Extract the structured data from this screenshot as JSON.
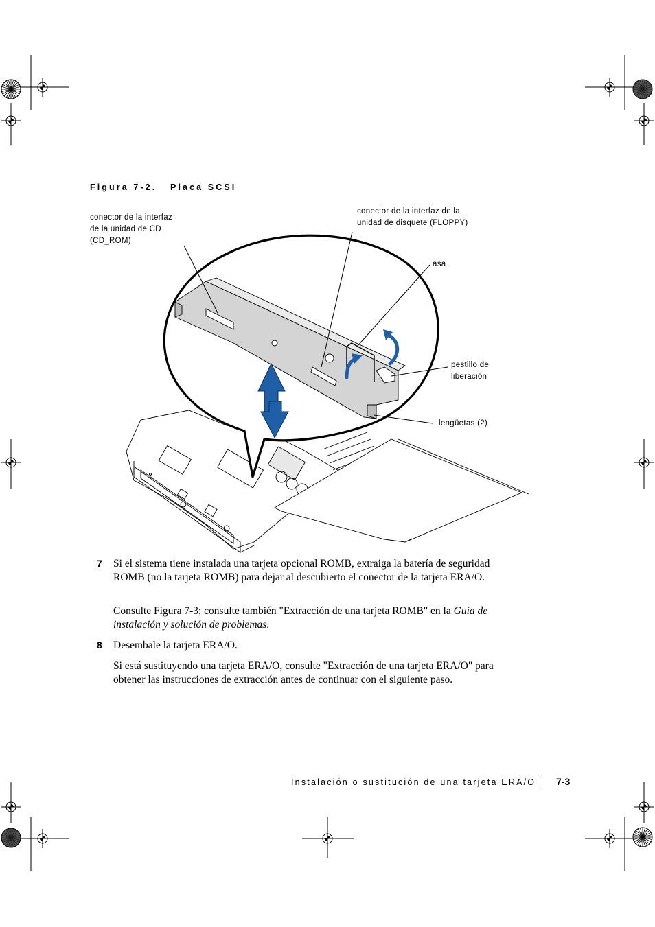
{
  "figure": {
    "caption": "Figura 7-2.   Placa SCSI",
    "callouts": {
      "cd_connector": [
        "conector de la interfaz",
        "de la unidad de CD",
        "(CD_ROM)"
      ],
      "floppy_connector": [
        "conector de la interfaz de la",
        "unidad de disquete (FLOPPY)"
      ],
      "handle": "asa",
      "release_latch": [
        "pestillo de",
        "liberación"
      ],
      "tabs": "lengüetas (2)"
    }
  },
  "steps": [
    {
      "number": "7",
      "text": "Si el sistema tiene instalada una tarjeta opcional ROMB, extraiga la batería de seguridad ROMB (no la tarjeta ROMB) para dejar al descubierto el conector de la tarjeta ERA/O.",
      "note_prefix": "Consulte Figura 7-3; consulte también \"Extracción de una tarjeta ROMB\" en la ",
      "note_italic": "Guía de instalación y solución de problemas",
      "note_suffix": "."
    },
    {
      "number": "8",
      "text": "Desembale la tarjeta ERA/O.",
      "note": "Si está sustituyendo una tarjeta ERA/O, consulte \"Extracción de una tarjeta ERA/O\" para obtener las instrucciones de extracción antes de continuar con el siguiente paso."
    }
  ],
  "footer": {
    "chapter_title": "Instalación o sustitución de una tarjeta ERA/O",
    "page_number": "7-3"
  },
  "colors": {
    "ink": "#000000",
    "arrow_blue": "#1f5fa8",
    "part_gray": "#d4d4d4"
  },
  "icons": [
    "registration-mark-icon",
    "color-wheel-icon",
    "up-down-arrow-icon",
    "rotate-arrow-icon"
  ]
}
